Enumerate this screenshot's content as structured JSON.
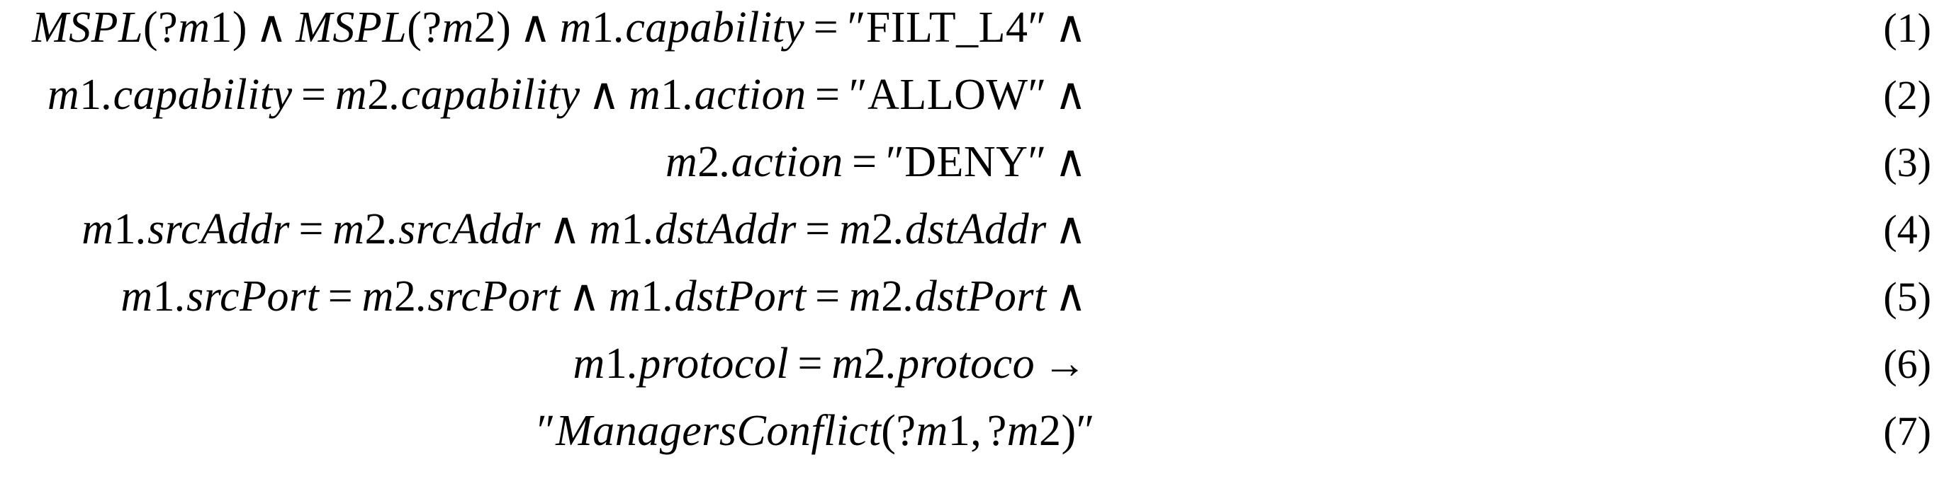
{
  "document": {
    "type": "latex-equation-block",
    "background_color": "#ffffff",
    "text_color": "#000000",
    "equation_count": 7
  },
  "symbols": {
    "and": "∧",
    "implies": "→",
    "equals": "=",
    "quote_open": "″",
    "quote_close": "″",
    "question": "?"
  },
  "equations": [
    {
      "tag": "(1)",
      "plain": "MSPL(?m1) ∧ MSPL(?m2) ∧ m1.capability = ″FILT_L4″ ∧",
      "parts": [
        {
          "kind": "ident",
          "text": "MSPL"
        },
        {
          "kind": "paren",
          "text": "("
        },
        {
          "kind": "up",
          "text": "?"
        },
        {
          "kind": "ident",
          "text": "m"
        },
        {
          "kind": "num",
          "text": "1"
        },
        {
          "kind": "paren",
          "text": ")"
        },
        {
          "kind": "op",
          "text": "∧"
        },
        {
          "kind": "ident",
          "text": "MSPL"
        },
        {
          "kind": "paren",
          "text": "("
        },
        {
          "kind": "up",
          "text": "?"
        },
        {
          "kind": "ident",
          "text": "m"
        },
        {
          "kind": "num",
          "text": "2"
        },
        {
          "kind": "paren",
          "text": ")"
        },
        {
          "kind": "op",
          "text": "∧"
        },
        {
          "kind": "ident",
          "text": "m"
        },
        {
          "kind": "num",
          "text": "1"
        },
        {
          "kind": "ident",
          "text": ".capability"
        },
        {
          "kind": "rel",
          "text": "="
        },
        {
          "kind": "lit",
          "text": "″FILT_L4″"
        },
        {
          "kind": "op",
          "text": "∧"
        }
      ]
    },
    {
      "tag": "(2)",
      "plain": "m1.capability = m2.capability ∧ m1.action = ″ALLOW″ ∧",
      "parts": [
        {
          "kind": "ident",
          "text": "m"
        },
        {
          "kind": "num",
          "text": "1"
        },
        {
          "kind": "ident",
          "text": ".capability"
        },
        {
          "kind": "rel",
          "text": "="
        },
        {
          "kind": "ident",
          "text": "m"
        },
        {
          "kind": "num",
          "text": "2"
        },
        {
          "kind": "ident",
          "text": ".capability"
        },
        {
          "kind": "op",
          "text": "∧"
        },
        {
          "kind": "ident",
          "text": "m"
        },
        {
          "kind": "num",
          "text": "1"
        },
        {
          "kind": "ident",
          "text": ".action"
        },
        {
          "kind": "rel",
          "text": "="
        },
        {
          "kind": "lit",
          "text": "″ALLOW″"
        },
        {
          "kind": "op",
          "text": "∧"
        }
      ]
    },
    {
      "tag": "(3)",
      "plain": "m2.action = ″DENY″ ∧",
      "parts": [
        {
          "kind": "ident",
          "text": "m"
        },
        {
          "kind": "num",
          "text": "2"
        },
        {
          "kind": "ident",
          "text": ".action"
        },
        {
          "kind": "rel",
          "text": "="
        },
        {
          "kind": "lit",
          "text": "″DENY″"
        },
        {
          "kind": "op",
          "text": "∧"
        }
      ]
    },
    {
      "tag": "(4)",
      "plain": "m1.srcAddr = m2.srcAddr ∧ m1.dstAddr = m2.dstAddr ∧",
      "parts": [
        {
          "kind": "ident",
          "text": "m"
        },
        {
          "kind": "num",
          "text": "1"
        },
        {
          "kind": "ident",
          "text": ".srcAddr"
        },
        {
          "kind": "rel",
          "text": "="
        },
        {
          "kind": "ident",
          "text": "m"
        },
        {
          "kind": "num",
          "text": "2"
        },
        {
          "kind": "ident",
          "text": ".srcAddr"
        },
        {
          "kind": "op",
          "text": "∧"
        },
        {
          "kind": "ident",
          "text": "m"
        },
        {
          "kind": "num",
          "text": "1"
        },
        {
          "kind": "ident",
          "text": ".dstAddr"
        },
        {
          "kind": "rel",
          "text": "="
        },
        {
          "kind": "ident",
          "text": "m"
        },
        {
          "kind": "num",
          "text": "2"
        },
        {
          "kind": "ident",
          "text": ".dstAddr"
        },
        {
          "kind": "op",
          "text": "∧"
        }
      ]
    },
    {
      "tag": "(5)",
      "plain": "m1.srcPort = m2.srcPort ∧ m1.dstPort = m2.dstPort ∧",
      "parts": [
        {
          "kind": "ident",
          "text": "m"
        },
        {
          "kind": "num",
          "text": "1"
        },
        {
          "kind": "ident",
          "text": ".srcPort"
        },
        {
          "kind": "rel",
          "text": "="
        },
        {
          "kind": "ident",
          "text": "m"
        },
        {
          "kind": "num",
          "text": "2"
        },
        {
          "kind": "ident",
          "text": ".srcPort"
        },
        {
          "kind": "op",
          "text": "∧"
        },
        {
          "kind": "ident",
          "text": "m"
        },
        {
          "kind": "num",
          "text": "1"
        },
        {
          "kind": "ident",
          "text": ".dstPort"
        },
        {
          "kind": "rel",
          "text": "="
        },
        {
          "kind": "ident",
          "text": "m"
        },
        {
          "kind": "num",
          "text": "2"
        },
        {
          "kind": "ident",
          "text": ".dstPort"
        },
        {
          "kind": "op",
          "text": "∧"
        }
      ]
    },
    {
      "tag": "(6)",
      "plain": "m1.protocol = m2.protoco →",
      "parts": [
        {
          "kind": "ident",
          "text": "m"
        },
        {
          "kind": "num",
          "text": "1"
        },
        {
          "kind": "ident",
          "text": ".protocol"
        },
        {
          "kind": "rel",
          "text": "="
        },
        {
          "kind": "ident",
          "text": "m"
        },
        {
          "kind": "num",
          "text": "2"
        },
        {
          "kind": "ident",
          "text": ".protoco"
        },
        {
          "kind": "op",
          "text": "→"
        }
      ]
    },
    {
      "tag": "(7)",
      "plain": "″ManagersConflict(?m1, ?m2)″",
      "parts": [
        {
          "kind": "lit",
          "text": "″"
        },
        {
          "kind": "ident",
          "text": "ManagersConflict"
        },
        {
          "kind": "paren",
          "text": "("
        },
        {
          "kind": "up",
          "text": "?"
        },
        {
          "kind": "ident",
          "text": "m"
        },
        {
          "kind": "num",
          "text": "1"
        },
        {
          "kind": "comma",
          "text": ","
        },
        {
          "kind": "up",
          "text": "?"
        },
        {
          "kind": "ident",
          "text": "m"
        },
        {
          "kind": "num",
          "text": "2"
        },
        {
          "kind": "paren",
          "text": ")"
        },
        {
          "kind": "lit",
          "text": "″"
        }
      ]
    }
  ]
}
